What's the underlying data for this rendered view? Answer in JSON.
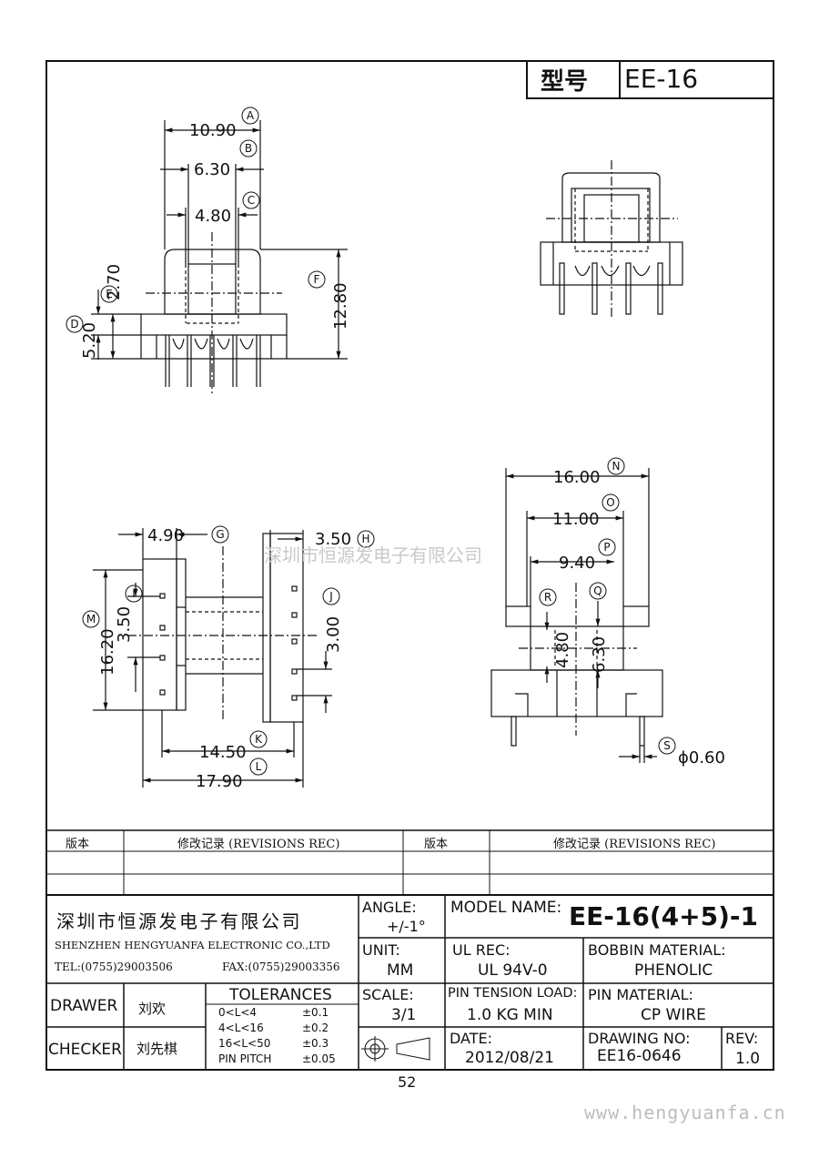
{
  "title_block": {
    "type_label": "型号",
    "type_value": "EE-16"
  },
  "dimensions": {
    "A": "10.90",
    "B": "6.30",
    "C": "4.80",
    "E": "2.70",
    "D": "5.20",
    "F": "12.80",
    "G": "4.90",
    "H": "3.50",
    "I": "3.50",
    "M": "16.20",
    "J": "3.00",
    "K": "14.50",
    "L": "17.90",
    "N": "16.00",
    "O": "11.00",
    "P": "9.40",
    "R": "4.80",
    "Q": "6.30",
    "S": "ϕ0.60"
  },
  "dimension_letters": {
    "A": "A",
    "B": "B",
    "C": "C",
    "D": "D",
    "E": "E",
    "F": "F",
    "G": "G",
    "H": "H",
    "I": "I",
    "J": "J",
    "K": "K",
    "L": "L",
    "M": "M",
    "N": "N",
    "O": "O",
    "P": "P",
    "Q": "Q",
    "R": "R",
    "S": "S"
  },
  "watermark": "深圳市恒源发电子有限公司",
  "revisions": {
    "col1": "版本",
    "col2": "修改记录 (REVISIONS REC)",
    "col3": "版本",
    "col4": "修改记录 (REVISIONS REC)"
  },
  "company": {
    "name_cn": "深圳市恒源发电子有限公司",
    "name_en": "SHENZHEN HENGYUANFA ELECTRONIC CO.,LTD",
    "tel": "TEL:(0755)29003506",
    "fax": "FAX:(0755)29003356"
  },
  "angle": {
    "label": "ANGLE:",
    "value": "+/-1°"
  },
  "model": {
    "label": "MODEL NAME:",
    "value": "EE-16(4+5)-1"
  },
  "unit": {
    "label": "UNIT:",
    "value": "MM"
  },
  "ul_rec": {
    "label": "UL REC:",
    "value": "UL 94V-0"
  },
  "bobbin_material": {
    "label": "BOBBIN MATERIAL:",
    "value": "PHENOLIC"
  },
  "scale": {
    "label": "SCALE:",
    "value": "3/1"
  },
  "pin_tension": {
    "label": "PIN TENSION LOAD:",
    "value": "1.0 KG MIN"
  },
  "pin_material": {
    "label": "PIN MATERIAL:",
    "value": "CP WIRE"
  },
  "date": {
    "label": "DATE:",
    "value": "2012/08/21"
  },
  "drawing_no": {
    "label": "DRAWING NO:",
    "value": "EE16-0646"
  },
  "rev": {
    "label": "REV:",
    "value": "1.0"
  },
  "drawer": {
    "label": "DRAWER",
    "name": "刘欢"
  },
  "checker": {
    "label": "CHECKER",
    "name": "刘先棋"
  },
  "tolerances": {
    "header": "TOLERANCES",
    "rows": [
      {
        "range": "0<L<4",
        "tol": "±0.1"
      },
      {
        "range": "4<L<16",
        "tol": "±0.2"
      },
      {
        "range": "16<L<50",
        "tol": "±0.3"
      },
      {
        "range": "PIN PITCH",
        "tol": "±0.05"
      }
    ]
  },
  "page_number": "52",
  "website": "www.hengyuanfa.cn"
}
